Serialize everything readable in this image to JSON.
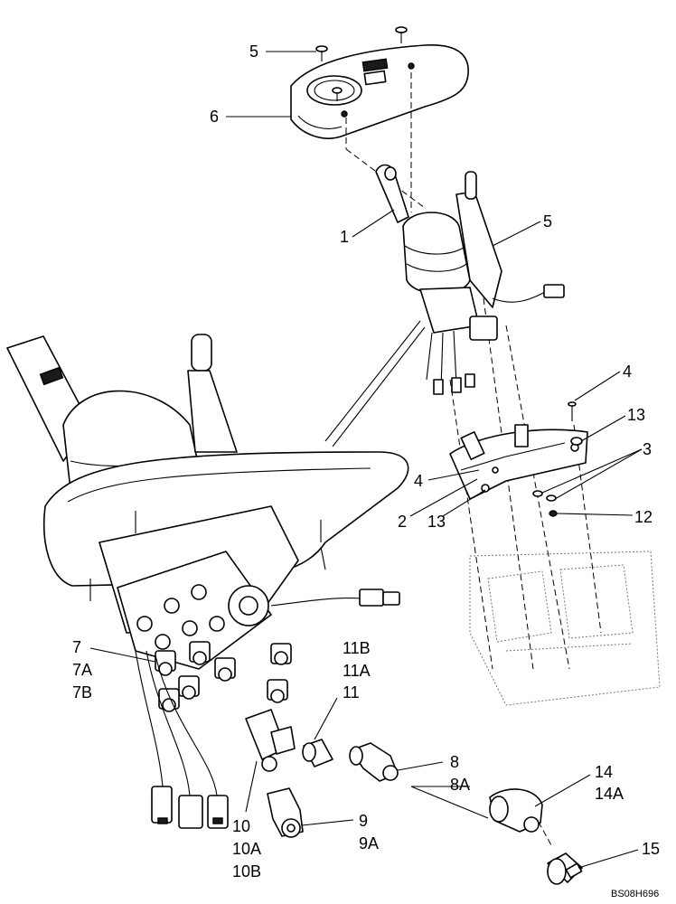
{
  "diagram": {
    "drawing_code": "BS08H696",
    "callouts": {
      "c1": "1",
      "c2": "2",
      "c3": "3",
      "c4_top": "4",
      "c4_mid": "4",
      "c5_top": "5",
      "c5_mid": "5",
      "c6": "6",
      "c7": "7",
      "c7a": "7A",
      "c7b": "7B",
      "c8": "8",
      "c8a": "8A",
      "c9": "9",
      "c9a": "9A",
      "c10": "10",
      "c10a": "10A",
      "c10b": "10B",
      "c11": "11",
      "c11a": "11A",
      "c11b": "11B",
      "c12": "12",
      "c13_top": "13",
      "c13_bottom": "13",
      "c14": "14",
      "c14a": "14A",
      "c15": "15"
    }
  }
}
